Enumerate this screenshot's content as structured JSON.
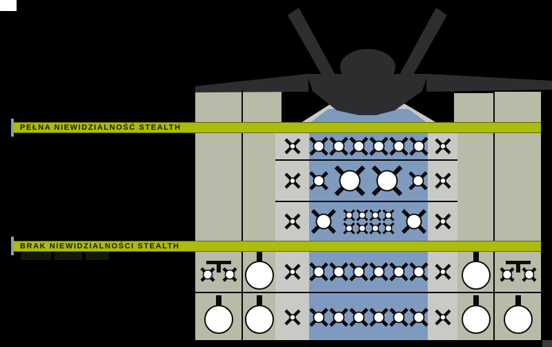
{
  "banners": {
    "full_stealth": "PEŁNA NIEWIDZIALNOŚĆ STEALTH",
    "no_stealth": "BRAK NIEWIDZIALNOŚCI STEALTH"
  },
  "palette": {
    "background": "#000000",
    "column_olive": "#b7bba8",
    "column_grey": "#c9cac6",
    "bay_blue": "#7e9abf",
    "banner_green": "#abbc0a",
    "banner_text": "#191909",
    "aircraft_dark": "#2d2d2f",
    "icon_ink": "#0b0b0b",
    "icon_fill": "#ffffff"
  },
  "stations": [
    {
      "row": "r1",
      "col": "c3",
      "items": [
        {
          "type": "missile-small",
          "count": 1
        }
      ]
    },
    {
      "row": "r1",
      "col": "c4",
      "items": [
        {
          "type": "missile-medium",
          "count": 6
        }
      ]
    },
    {
      "row": "r1",
      "col": "c5",
      "items": [
        {
          "type": "missile-small",
          "count": 1
        }
      ]
    },
    {
      "row": "r2",
      "col": "c3",
      "items": [
        {
          "type": "missile-small",
          "count": 1
        }
      ]
    },
    {
      "row": "r2",
      "col": "c4",
      "items": [
        {
          "type": "missile-medium",
          "count": 1
        },
        {
          "type": "bomb-large",
          "count": 2
        },
        {
          "type": "missile-medium",
          "count": 1
        }
      ]
    },
    {
      "row": "r2",
      "col": "c5",
      "items": [
        {
          "type": "missile-small",
          "count": 1
        }
      ]
    },
    {
      "row": "r3",
      "col": "c3",
      "items": [
        {
          "type": "missile-small",
          "count": 1
        }
      ]
    },
    {
      "row": "r3",
      "col": "c4",
      "items": [
        {
          "type": "bomb-medium",
          "count": 1
        },
        {
          "type": "sdb",
          "count": 8
        },
        {
          "type": "bomb-medium",
          "count": 1
        }
      ]
    },
    {
      "row": "r3",
      "col": "c5",
      "items": [
        {
          "type": "missile-small",
          "count": 1
        }
      ]
    },
    {
      "row": "r4",
      "col": "c1",
      "items": [
        {
          "type": "dual-rail",
          "count": 1
        }
      ]
    },
    {
      "row": "r4",
      "col": "c2",
      "items": [
        {
          "type": "drop-tank",
          "count": 1
        }
      ]
    },
    {
      "row": "r4",
      "col": "c3",
      "items": [
        {
          "type": "missile-small",
          "count": 1
        }
      ]
    },
    {
      "row": "r4",
      "col": "c4",
      "items": [
        {
          "type": "missile-medium",
          "count": 6
        }
      ]
    },
    {
      "row": "r4",
      "col": "c5",
      "items": [
        {
          "type": "missile-small",
          "count": 1
        }
      ]
    },
    {
      "row": "r4",
      "col": "c6",
      "items": [
        {
          "type": "drop-tank",
          "count": 1
        }
      ]
    },
    {
      "row": "r4",
      "col": "c7",
      "items": [
        {
          "type": "dual-rail",
          "count": 1
        }
      ]
    },
    {
      "row": "r5",
      "col": "c1",
      "items": [
        {
          "type": "drop-tank",
          "count": 1
        }
      ]
    },
    {
      "row": "r5",
      "col": "c2",
      "items": [
        {
          "type": "drop-tank",
          "count": 1
        }
      ]
    },
    {
      "row": "r5",
      "col": "c3",
      "items": [
        {
          "type": "missile-small",
          "count": 1
        }
      ]
    },
    {
      "row": "r5",
      "col": "c4",
      "items": [
        {
          "type": "missile-medium",
          "count": 6
        }
      ]
    },
    {
      "row": "r5",
      "col": "c5",
      "items": [
        {
          "type": "missile-small",
          "count": 1
        }
      ]
    },
    {
      "row": "r5",
      "col": "c6",
      "items": [
        {
          "type": "drop-tank",
          "count": 1
        }
      ]
    },
    {
      "row": "r5",
      "col": "c7",
      "items": [
        {
          "type": "drop-tank",
          "count": 1
        }
      ]
    }
  ]
}
